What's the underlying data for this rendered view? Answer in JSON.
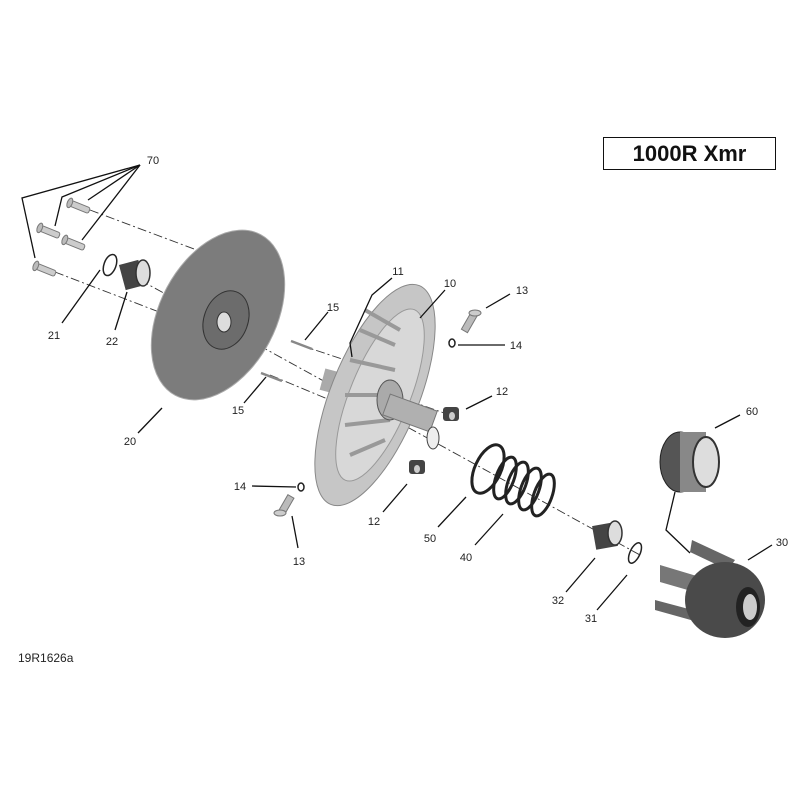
{
  "model_label": "1000R Xmr",
  "reference_code": "19R1626a",
  "callouts": [
    "70",
    "21",
    "22",
    "20",
    "15",
    "15",
    "11",
    "10",
    "13",
    "14",
    "12",
    "14",
    "13",
    "12",
    "50",
    "40",
    "60",
    "30",
    "32",
    "31"
  ],
  "colors": {
    "dark_part": "#4a4a4a",
    "sheave": "#7c7c7c",
    "aluminum": "#c4c4c4",
    "line": "#111111"
  }
}
